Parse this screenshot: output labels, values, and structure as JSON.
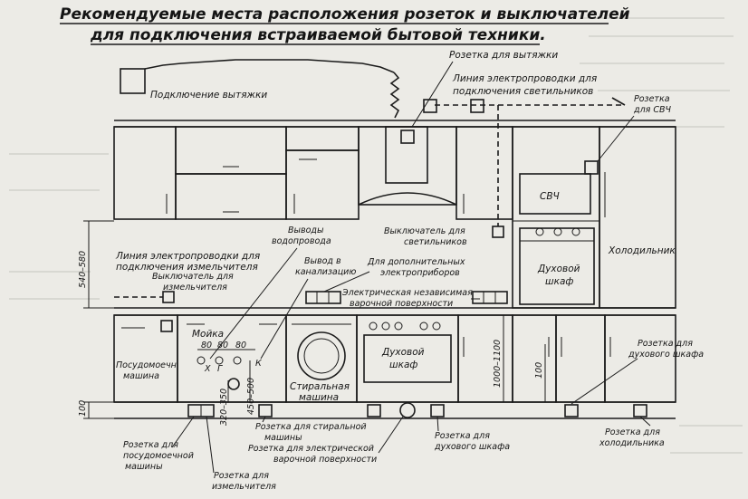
{
  "title": {
    "line1": "Рекомендуемые места расположения розеток и выключателей",
    "line2": "для подключения встраиваемой бытовой техники."
  },
  "labels": {
    "hood_connection": "Подключение вытяжки",
    "hood_socket": "Розетка для вытяжки",
    "lights_wiring_1": "Линия электропроводки для",
    "lights_wiring_2": "подключения светильников",
    "microwave_socket_1": "Розетка",
    "microwave_socket_2": "для СВЧ",
    "microwave": "СВЧ",
    "lights_switch_1": "Выключатель для",
    "lights_switch_2": "светильников",
    "oven_cabinet_top_1": "Духовой",
    "oven_cabinet_top_2": "шкаф",
    "fridge": "Холодильник",
    "grinder_wiring_1": "Линия электропроводки для",
    "grinder_wiring_2": "подключения измельчителя",
    "grinder_switch_1": "Выключатель для",
    "grinder_switch_2": "измельчителя",
    "water_outlets_1": "Выводы",
    "water_outlets_2": "водопровода",
    "sewer_outlet_1": "Вывод в",
    "sewer_outlet_2": "канализацию",
    "extra_appliances_1": "Для дополнительных",
    "extra_appliances_2": "электроприборов",
    "hob_1": "Электрическая независимая",
    "hob_2": "варочной поверхности",
    "dishwasher_1": "Посудомоечн",
    "dishwasher_2": "машина",
    "sink": "Мойка",
    "washer_1": "Стиральная",
    "washer_2": "машина",
    "oven_bottom_1": "Духовой",
    "oven_bottom_2": "шкаф",
    "oven_socket_right_1": "Розетка для",
    "oven_socket_right_2": "духового шкафа",
    "fridge_socket_1": "Розетка для",
    "fridge_socket_2": "холодильника",
    "washer_socket_1": "Розетка для стиральной",
    "washer_socket_2": "машины",
    "hob_socket_1": "Розетка для электрической",
    "hob_socket_2": "варочной поверхности",
    "oven_socket_bottom_1": "Розетка для",
    "oven_socket_bottom_2": "духового шкафа",
    "dishwasher_socket_1": "Розетка для",
    "dishwasher_socket_2": "посудомоечной",
    "dishwasher_socket_3": "машины",
    "grinder_socket_1": "Розетка для",
    "grinder_socket_2": "измельчителя"
  },
  "dimensions": {
    "upper_height": "540–580",
    "sink_spacing": [
      "80",
      "80",
      "80"
    ],
    "sink_marks": [
      "Х",
      "Г",
      "К"
    ],
    "sink_height_a": "320–350",
    "sink_height_b": "450–500",
    "plinth": "100",
    "column_height": "1000–1100",
    "right_height": "100"
  }
}
